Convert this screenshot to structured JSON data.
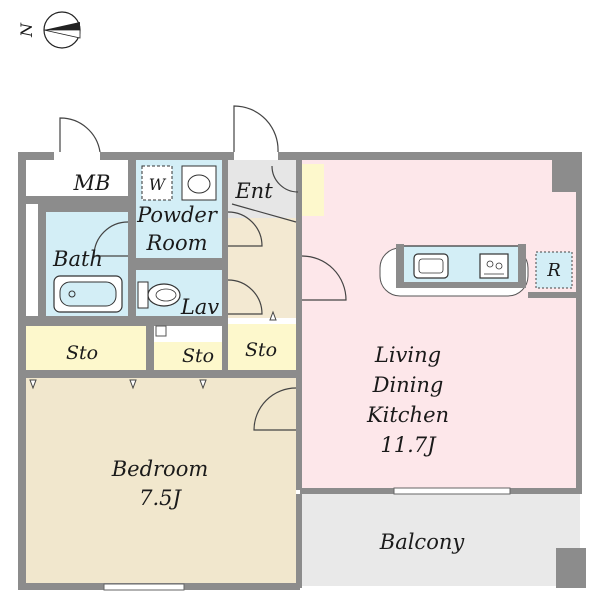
{
  "compass": {
    "label": "N"
  },
  "rooms": {
    "mb": "MB",
    "washer": "W",
    "powder_room": [
      "Powder",
      "Room"
    ],
    "entrance": "Ent",
    "bath": "Bath",
    "lavatory": "Lav",
    "storage_left": "Sto",
    "storage_mid": "Sto",
    "storage_right": "Sto",
    "ldk": [
      "Living",
      "Dining",
      "Kitchen",
      "11.7J"
    ],
    "refrigerator": "R",
    "bedroom": [
      "Bedroom",
      "7.5J"
    ],
    "balcony": "Balcony"
  },
  "colors": {
    "wall": "#8c8c8c",
    "ldk_floor": "#fde7ea",
    "bedroom_floor": "#f1e7cd",
    "storage_floor": "#fdf8cc",
    "wet_area_floor": "#d3eef6",
    "entrance_floor": "#e6e6e6",
    "balcony_floor": "#e9e9e9"
  }
}
